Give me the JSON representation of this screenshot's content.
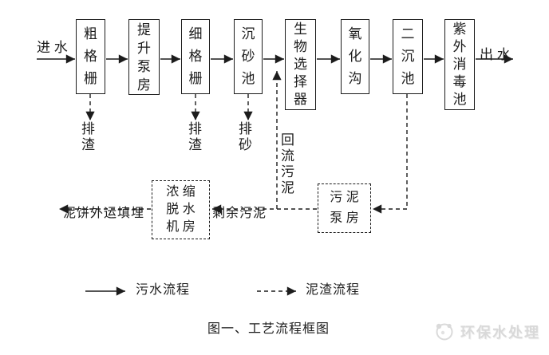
{
  "page": {
    "background": "#ffffff",
    "ink": "#1c1c1c",
    "watermark_color": "#d9d9d9"
  },
  "flow": {
    "inlet_label": "进 水",
    "outlet_label": "出 水",
    "boxes": [
      {
        "label": "粗格栅"
      },
      {
        "label": "提升泵房"
      },
      {
        "label": "细格栅"
      },
      {
        "label": "沉砂池"
      },
      {
        "label": "生物选择器"
      },
      {
        "label": "氧化沟"
      },
      {
        "label": "二沉池"
      },
      {
        "label": "紫外消毒池"
      }
    ],
    "discharge": [
      {
        "label": "排渣"
      },
      {
        "label": "排渣"
      },
      {
        "label": "排砂"
      }
    ],
    "return_sludge_label": "回流污泥",
    "excess_sludge_label": "剩余污泥",
    "mud_cake_label": "泥饼外运填埋",
    "sludge_pump_house_label": "污 泥\n泵 房",
    "dewatering_house_label": "浓 缩\n脱 水\n机 房"
  },
  "legend": {
    "solid_label": "污水流程",
    "dashed_label": "泥渣流程"
  },
  "figure_title": "图一、工艺流程框图",
  "watermark": {
    "text": "环保水处理"
  }
}
